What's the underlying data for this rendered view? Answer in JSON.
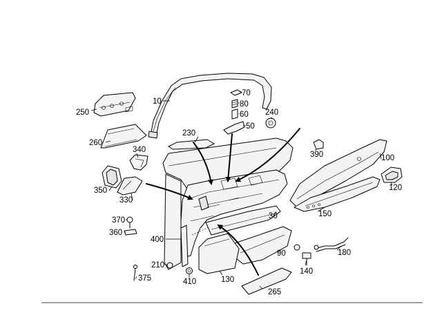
{
  "labels": {
    "p10": "10",
    "p30": "30",
    "p50": "50",
    "p60": "60",
    "p70": "70",
    "p80": "80",
    "p90": "90",
    "p100": "100",
    "p120": "120",
    "p130": "130",
    "p140": "140",
    "p150": "150",
    "p180": "180",
    "p210": "210",
    "p230": "230",
    "p240": "240",
    "p250": "250",
    "p260": "260",
    "p265": "265",
    "p330": "330",
    "p340": "340",
    "p350": "350",
    "p360": "360",
    "p370": "370",
    "p375": "375",
    "p390": "390",
    "p400": "400",
    "p410": "410"
  }
}
